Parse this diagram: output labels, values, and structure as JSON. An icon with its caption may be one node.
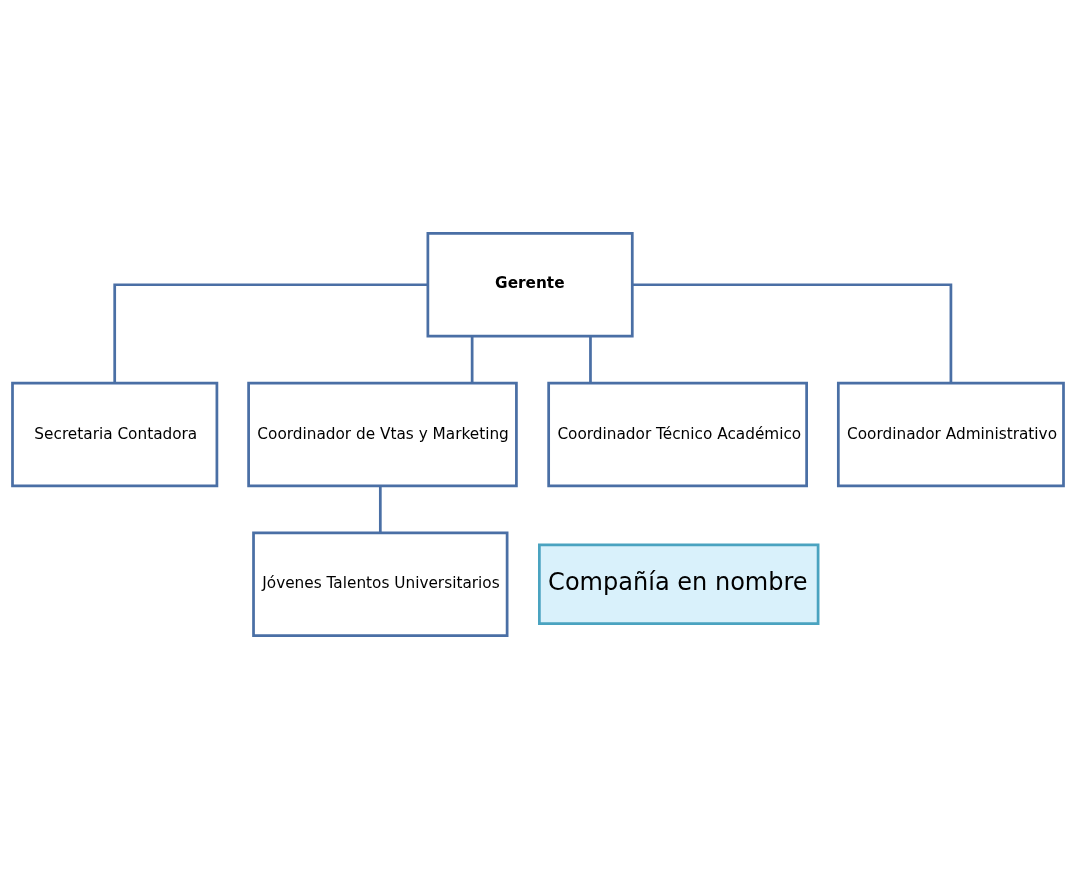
{
  "diagram": {
    "nodes": [
      {
        "text": [
          "Gerente"
        ]
      },
      {
        "text": [
          "Secretaria Contadora"
        ]
      },
      {
        "text": [
          "Coordinador de Vtas y Marketing"
        ]
      },
      {
        "text": [
          "Coordinador Técnico Académico"
        ]
      },
      {
        "text": [
          "Coordinador Administrativo"
        ]
      },
      {
        "text": [
          "Jóvenes Talentos Universitarios"
        ]
      },
      {
        "text": [
          "Compañía en nombre"
        ]
      }
    ],
    "edges": [
      {
        "from": 0,
        "to": 1,
        "arrow": "none"
      },
      {
        "from": 0,
        "to": 2,
        "arrow": "none"
      },
      {
        "from": 0,
        "to": 3,
        "arrow": "none"
      },
      {
        "from": 0,
        "to": 4,
        "arrow": "none"
      },
      {
        "from": 2,
        "to": 5,
        "arrow": "none"
      }
    ]
  }
}
